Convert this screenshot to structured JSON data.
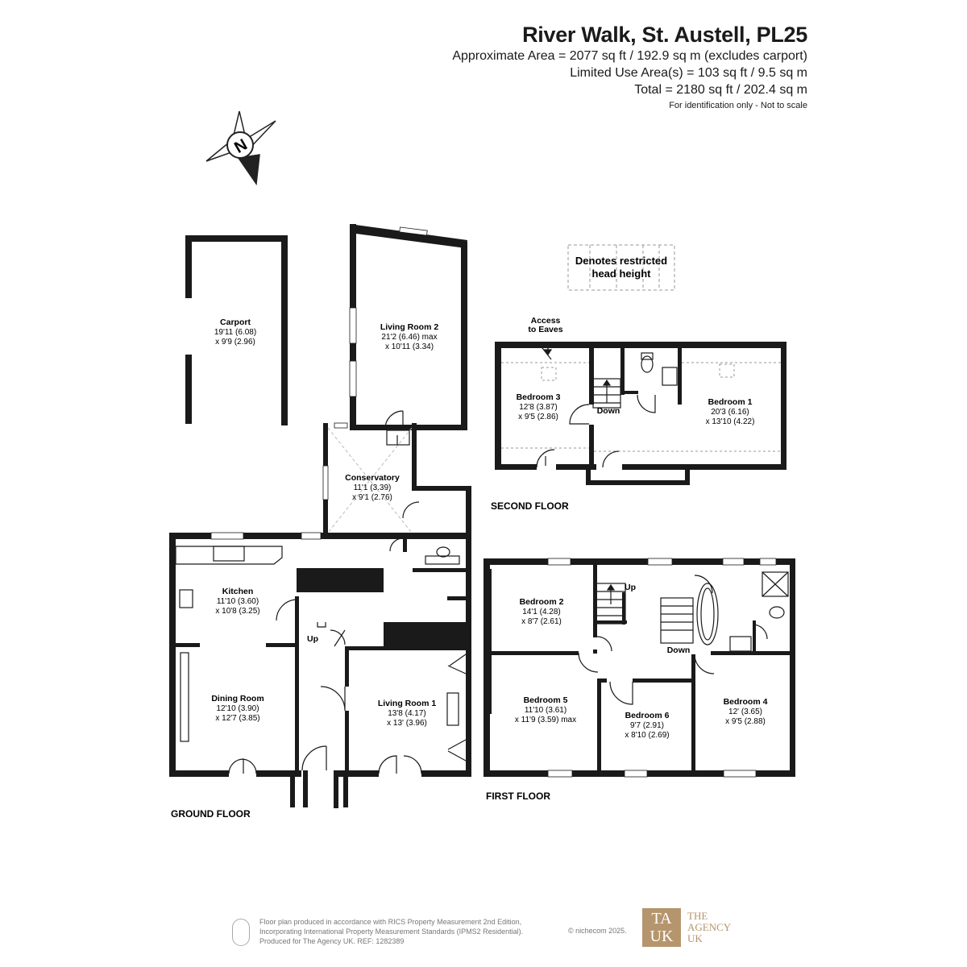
{
  "header": {
    "title": "River Walk, St. Austell, PL25",
    "approx_area": "Approximate Area = 2077 sq ft / 192.9 sq m (excludes carport)",
    "limited_use": "Limited Use Area(s) = 103 sq ft / 9.5 sq m",
    "total": "Total = 2180 sq ft / 202.4 sq m",
    "note": "For identification only - Not to scale"
  },
  "compass": {
    "label": "N"
  },
  "legend": {
    "line1": "Denotes restricted",
    "line2": "head height"
  },
  "floors": {
    "ground": "GROUND FLOOR",
    "first": "FIRST FLOOR",
    "second": "SECOND FLOOR"
  },
  "rooms": {
    "carport": {
      "name": "Carport",
      "dim1": "19'11 (6.08)",
      "dim2": "x 9'9 (2.96)"
    },
    "living2": {
      "name": "Living Room 2",
      "dim1": "21'2 (6.46) max",
      "dim2": "x 10'11 (3.34)"
    },
    "conservatory": {
      "name": "Conservatory",
      "dim1": "11'1 (3.39)",
      "dim2": "x 9'1 (2.76)"
    },
    "kitchen": {
      "name": "Kitchen",
      "dim1": "11'10 (3.60)",
      "dim2": "x 10'8 (3.25)"
    },
    "dining": {
      "name": "Dining Room",
      "dim1": "12'10 (3.90)",
      "dim2": "x 12'7 (3.85)"
    },
    "living1": {
      "name": "Living Room 1",
      "dim1": "13'8 (4.17)",
      "dim2": "x 13' (3.96)"
    },
    "bedroom2": {
      "name": "Bedroom 2",
      "dim1": "14'1 (4.28)",
      "dim2": "x 8'7 (2.61)"
    },
    "bedroom5": {
      "name": "Bedroom 5",
      "dim1": "11'10 (3.61)",
      "dim2": "x 11'9 (3.59) max"
    },
    "bedroom6": {
      "name": "Bedroom 6",
      "dim1": "9'7 (2.91)",
      "dim2": "x 8'10 (2.69)"
    },
    "bedroom4": {
      "name": "Bedroom 4",
      "dim1": "12' (3.65)",
      "dim2": "x 9'5 (2.88)"
    },
    "bedroom3": {
      "name": "Bedroom 3",
      "dim1": "12'8 (3.87)",
      "dim2": "x 9'5 (2.86)"
    },
    "bedroom1": {
      "name": "Bedroom 1",
      "dim1": "20'3 (6.16)",
      "dim2": "x 13'10 (4.22)"
    }
  },
  "labels": {
    "up_ground": "Up",
    "up_first": "Up",
    "down_first": "Down",
    "down_second": "Down",
    "access1": "Access",
    "access2": "to Eaves"
  },
  "footer": {
    "line1": "Floor plan produced in accordance with RICS Property Measurement 2nd Edition,",
    "line2": "Incorporating International Property Measurement Standards (IPMS2 Residential).",
    "line3": "Produced for The Agency UK.   REF:   1282389",
    "copyright": "© nichecom 2025.",
    "logo_top": "TA",
    "logo_bottom": "UK",
    "brand1": "THE",
    "brand2": "AGENCY",
    "brand3": "UK"
  },
  "colors": {
    "wall": "#1a1a1a",
    "brand": "#b5956d",
    "dashed": "#999999"
  }
}
